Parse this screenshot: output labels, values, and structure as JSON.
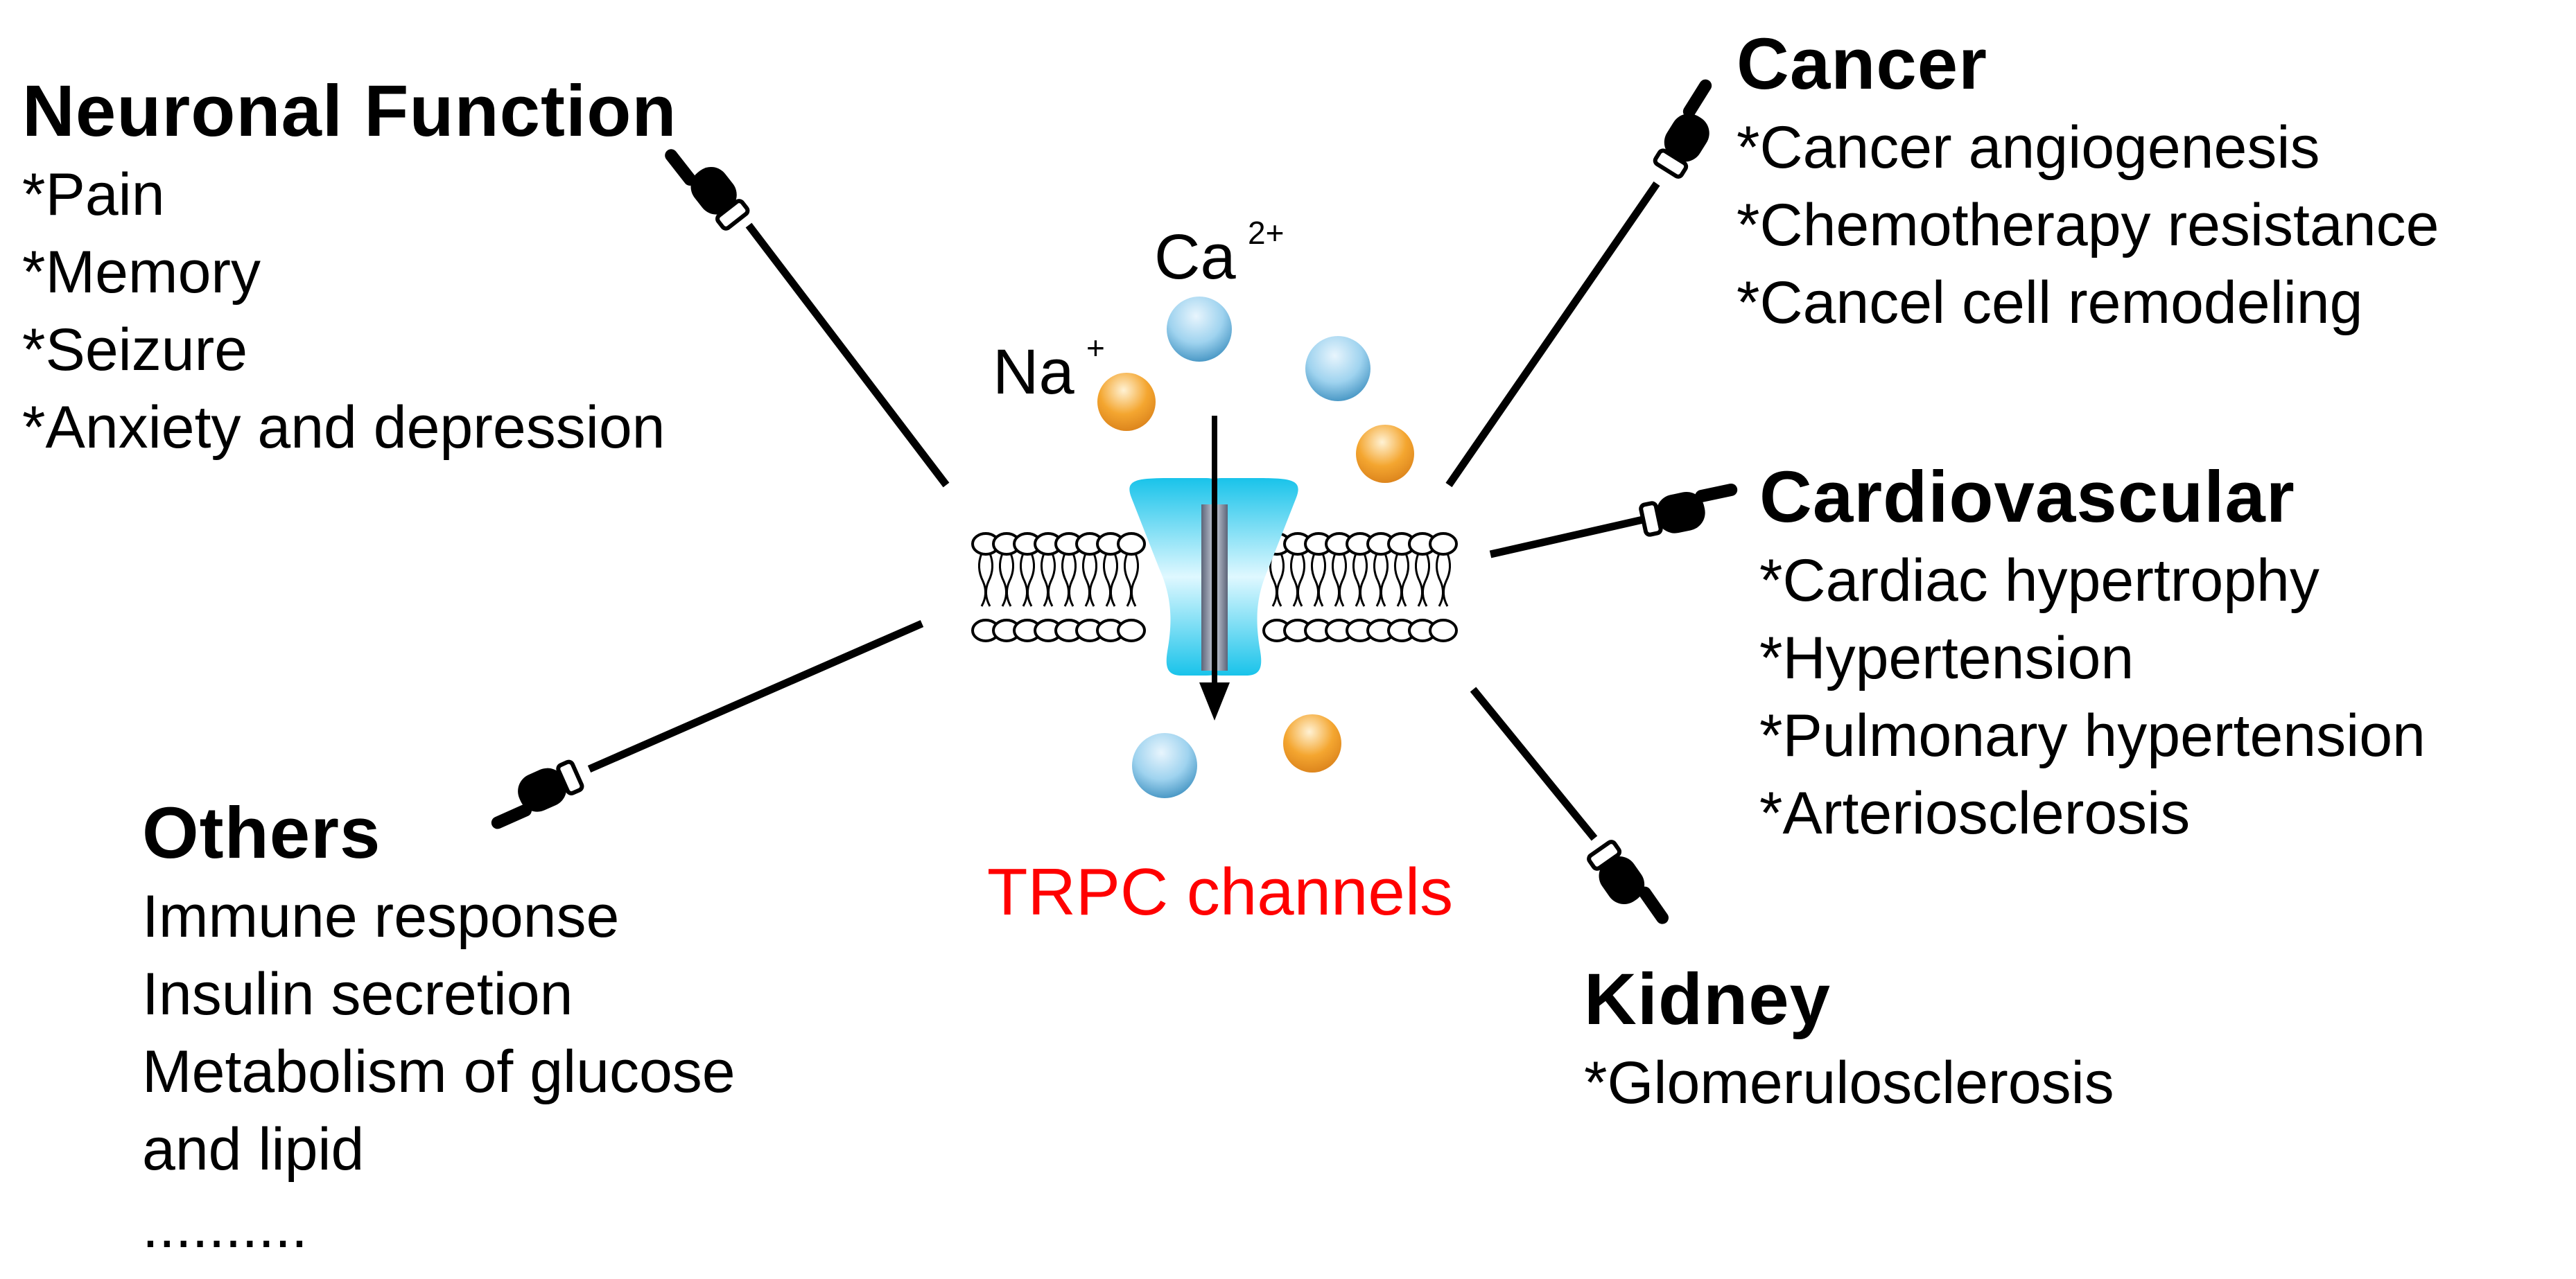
{
  "neuronal": {
    "title": "Neuronal Function",
    "items": [
      "*Pain",
      "*Memory",
      "*Seizure",
      "*Anxiety and depression"
    ]
  },
  "others": {
    "title": "Others",
    "items": [
      "Immune response",
      "Insulin secretion",
      "Metabolism of glucose",
      "and lipid",
      ".........."
    ]
  },
  "cancer": {
    "title": "Cancer",
    "items": [
      "*Cancer angiogenesis",
      "*Chemotherapy resistance",
      "*Cancel cell remodeling"
    ]
  },
  "cardiovascular": {
    "title": "Cardiovascular",
    "items": [
      "*Cardiac hypertrophy",
      "*Hypertension",
      "*Pulmonary hypertension",
      "*Arteriosclerosis"
    ]
  },
  "kidney": {
    "title": "Kidney",
    "items": [
      "*Glomerulosclerosis"
    ]
  },
  "channel": {
    "label": "TRPC channels",
    "ca": "Ca",
    "ca_charge": "2+",
    "na": "Na",
    "na_charge": "+"
  },
  "colors": {
    "channel_body": "#19c3ea",
    "channel_pore": "#8a93a6",
    "calcium_ion": "#9fd3ef",
    "sodium_ion": "#f4a630",
    "label_red": "#ff0000"
  }
}
